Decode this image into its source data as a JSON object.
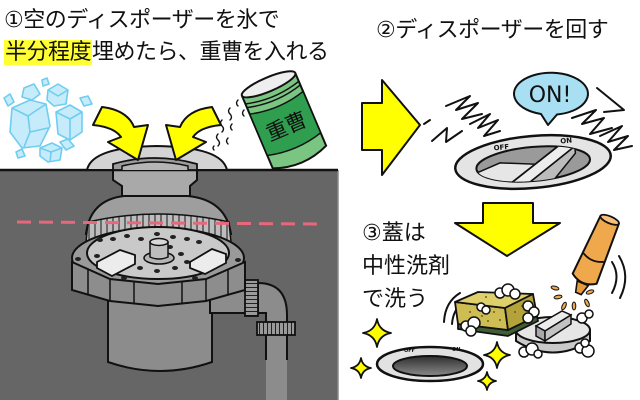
{
  "step1": {
    "title_line1": "①空のディスポーザーを氷で",
    "title_line2_highlight": "半分程度",
    "title_line2_rest": "埋めたら、重曹を入れる",
    "can_label": "重曹"
  },
  "step2": {
    "title": "②ディスポーザーを回す",
    "speech_bubble": "ON!",
    "switch_off_label": "OFF",
    "switch_on_label": "ON"
  },
  "step3": {
    "title_lines": [
      "③蓋は",
      "中性洗剤",
      "で洗う"
    ],
    "ring_off_label": "OFF",
    "ring_on_label": "ON"
  },
  "colors": {
    "highlight": "#ffff33",
    "arrow": "#ffff00",
    "speech_bubble": "#a8dff2",
    "counter": "#666666",
    "water_line": "#e8677d",
    "can_label_green": "#2f9e4f",
    "can_body_green": "#7bc582",
    "detergent_bottle": "#f0a84c",
    "ice": "#c6ecfb",
    "sponge": "#cdbd52",
    "sparkle": "#ffff00"
  }
}
